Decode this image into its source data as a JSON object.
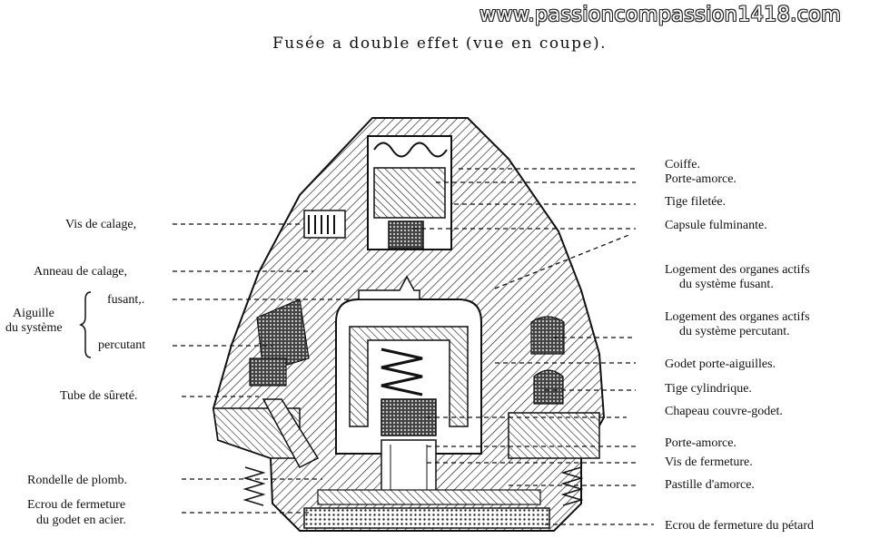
{
  "watermark": "www.passioncompassion1418.com",
  "title": "Fusée a double effet (vue en coupe).",
  "labels_left": {
    "vis_calage": "Vis de calage,",
    "anneau_calage": "Anneau de calage,",
    "aiguille_line1": "Aiguille",
    "aiguille_line2": "du système",
    "fusant": "fusant,.",
    "percutant": "percutant",
    "tube_surete": "Tube de sûreté.",
    "rondelle_plomb": "Rondelle de plomb.",
    "ecrou_godet_line1": "Ecrou de fermeture",
    "ecrou_godet_line2": "du godet en acier."
  },
  "labels_right": {
    "coiffe": "Coiffe.",
    "porte_amorce_1": "Porte-amorce.",
    "tige_filetee": "Tige filetée.",
    "capsule": "Capsule fulminante.",
    "logement_fusant_line1": "Logement des organes actifs",
    "logement_fusant_line2": "du système fusant.",
    "logement_percutant_line1": "Logement des organes actifs",
    "logement_percutant_line2": "du système percutant.",
    "godet": "Godet porte-aiguilles.",
    "tige_cylindrique": "Tige cylindrique.",
    "chapeau": "Chapeau couvre-godet.",
    "porte_amorce_2": "Porte-amorce.",
    "vis_fermeture": "Vis de fermeture.",
    "pastille": "Pastille d'amorce.",
    "ecrou_petard": "Ecrou de fermeture du pétard"
  }
}
